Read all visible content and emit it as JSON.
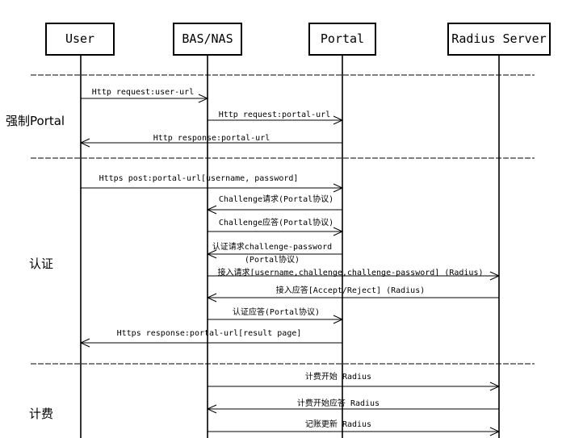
{
  "actors": [
    {
      "key": "user",
      "label": "User"
    },
    {
      "key": "bas",
      "label": "BAS/NAS"
    },
    {
      "key": "portal",
      "label": "Portal"
    },
    {
      "key": "radius",
      "label": "Radius Server"
    }
  ],
  "phases": [
    {
      "key": "force",
      "label": "强制Portal"
    },
    {
      "key": "auth",
      "label": "认证"
    },
    {
      "key": "billing",
      "label": "计费"
    }
  ],
  "messages": [
    {
      "from": "user",
      "to": "bas",
      "lines": [
        "Http request:user-url"
      ]
    },
    {
      "from": "bas",
      "to": "portal",
      "lines": [
        "Http request:portal-url"
      ]
    },
    {
      "from": "portal",
      "to": "user",
      "lines": [
        "Http response:portal-url"
      ]
    },
    {
      "from": "user",
      "to": "portal",
      "lines": [
        "Https post:portal-url[username, password]"
      ]
    },
    {
      "from": "portal",
      "to": "bas",
      "lines": [
        "Challenge请求(Portal协议)"
      ]
    },
    {
      "from": "bas",
      "to": "portal",
      "lines": [
        "Challenge应答(Portal协议)"
      ]
    },
    {
      "from": "portal",
      "to": "bas",
      "lines": [
        "认证请求challenge-password",
        "(Portal协议)"
      ]
    },
    {
      "from": "bas",
      "to": "radius",
      "lines": [
        "接入请求[username,challenge,challenge-password] (Radius)"
      ]
    },
    {
      "from": "radius",
      "to": "bas",
      "lines": [
        "接入应答[Accept/Reject] (Radius)"
      ]
    },
    {
      "from": "bas",
      "to": "portal",
      "lines": [
        "认证应答(Portal协议)"
      ]
    },
    {
      "from": "portal",
      "to": "user",
      "lines": [
        "Https response:portal-url[result page]"
      ]
    },
    {
      "from": "bas",
      "to": "radius",
      "lines": [
        "计费开始 Radius"
      ]
    },
    {
      "from": "radius",
      "to": "bas",
      "lines": [
        "计费开始应答 Radius"
      ]
    },
    {
      "from": "bas",
      "to": "radius",
      "lines": [
        "记账更新 Radius"
      ]
    }
  ]
}
